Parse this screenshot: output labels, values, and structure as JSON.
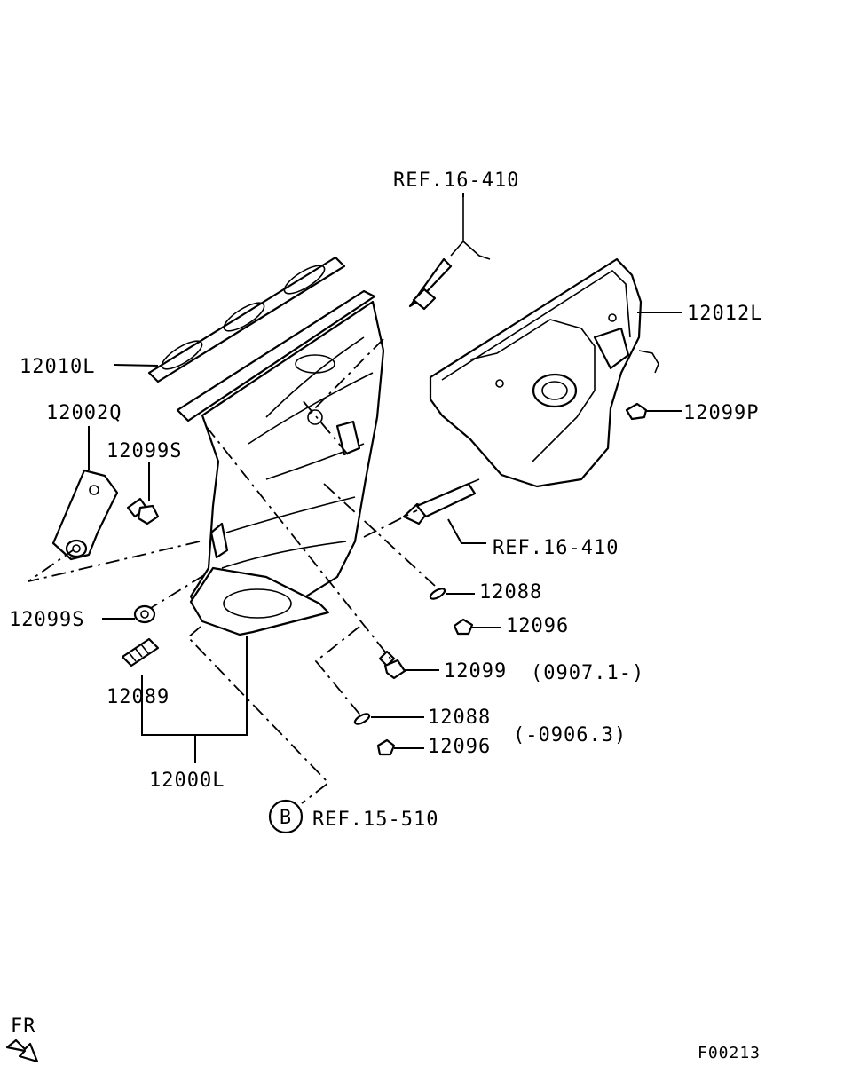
{
  "labels": {
    "ref_sensor_top": "REF.16-410",
    "heat_shield": "12012L",
    "gasket": "12010L",
    "bracket": "12002Q",
    "bolt_bracket": "12099S",
    "bolt_shield": "12099P",
    "ref_sensor_lower": "REF.16-410",
    "o_ring_new": "12088",
    "nut_new": "12096",
    "bolt_left": "12099S",
    "stud_bolt": "12089",
    "bolt_new": "12099",
    "date_new": "(0907.1-)",
    "o_ring_old": "12088",
    "nut_old": "12096",
    "date_old": "(-0906.3)",
    "manifold_assy": "12000L",
    "ref_circle_letter": "B",
    "ref_exhaust": "REF.15-510",
    "front_indicator": "FR",
    "figure_code": "F00213"
  },
  "colors": {
    "ink": "#000000",
    "paper": "#ffffff"
  }
}
